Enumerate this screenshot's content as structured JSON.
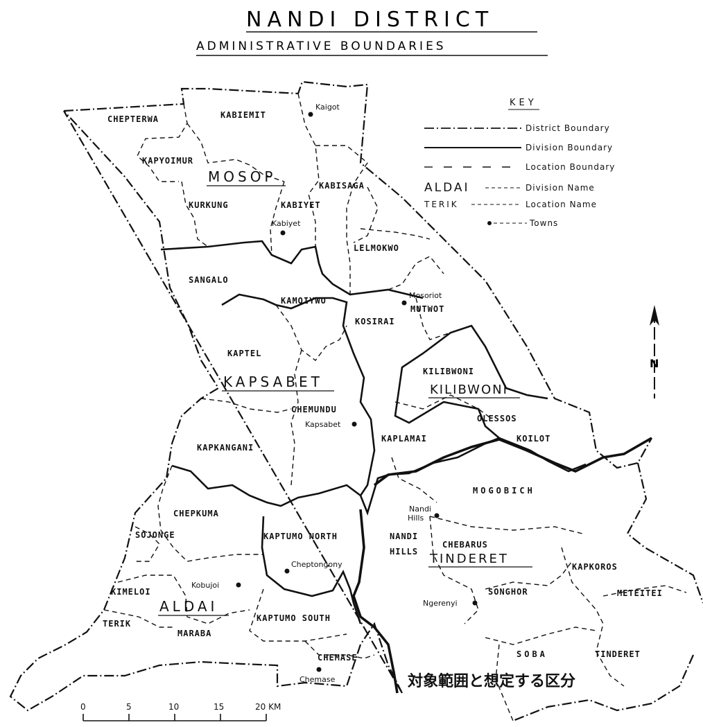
{
  "title": "NANDI DISTRICT",
  "subtitle": "ADMINISTRATIVE BOUNDARIES",
  "key": {
    "heading": "KEY",
    "district_boundary": "District Boundary",
    "division_boundary": "Division Boundary",
    "location_boundary": "Location Boundary",
    "division_name_sample": "ALDAI",
    "division_name": "Division Name",
    "location_name_sample": "TERIK",
    "location_name": "Location Name",
    "towns": "Towns"
  },
  "north_label": "N",
  "divisions": {
    "mosop": "MOSOP",
    "kapsabet": "KAPSABET",
    "kilibwoni": "KILIBWONI",
    "tinderet": "TINDERET",
    "aldai": "ALDAI"
  },
  "locations": {
    "chepterwa": "CHEPTERWA",
    "kabiemit": "KABIEMIT",
    "kapyoimur": "KAPYOIMUR",
    "kurkung": "KURKUNG",
    "kabiyet": "KABIYET",
    "kabisaga": "KABISAGA",
    "lelmokwo": "LELMOKWO",
    "sangalo": "SANGALO",
    "kamoiywo": "KAMOIYWO",
    "mutwot": "MUTWOT",
    "kosirai": "KOSIRAI",
    "kaptel": "KAPTEL",
    "kilibwoni": "KILIBWONI",
    "chemundu": "CHEMUNDU",
    "olessos": "OLESSOS",
    "koilot": "KOILOT",
    "kapkangani": "KAPKANGANI",
    "kaplamai": "KAPLAMAI",
    "mogobich": "MOGOBICH",
    "chepkuma": "CHEPKUMA",
    "kaptumo_north": "KAPTUMO NORTH",
    "nandi_hills": "NANDI HILLS",
    "chebarus": "CHEBARUS",
    "kapkoros": "KAPKOROS",
    "meteitei": "METEITEI",
    "sojonge": "SOJONGE",
    "kimeloi": "KIMELOI",
    "songhor": "SONGHOR",
    "terik": "TERIK",
    "maraba": "MARABA",
    "kaptumo_south": "KAPTUMO SOUTH",
    "chemase": "CHEMASE",
    "soba": "SOBA",
    "tinderet": "TINDERET"
  },
  "towns": {
    "kaigot": "Kaigot",
    "kabiyet": "Kabiyet",
    "mosoriot": "Mosoriot",
    "kapsabet": "Kapsabet",
    "nandi_hills": "Nandi Hills",
    "cheptongony": "Cheptongony",
    "kobujoi": "Kobujoi",
    "ngerenyi": "Ngerenyi",
    "chemase": "Chemase"
  },
  "scale_bar": {
    "ticks": [
      "0",
      "5",
      "10",
      "15",
      "20 KM"
    ]
  },
  "annotation_jp": "対象範囲と想定する区分"
}
